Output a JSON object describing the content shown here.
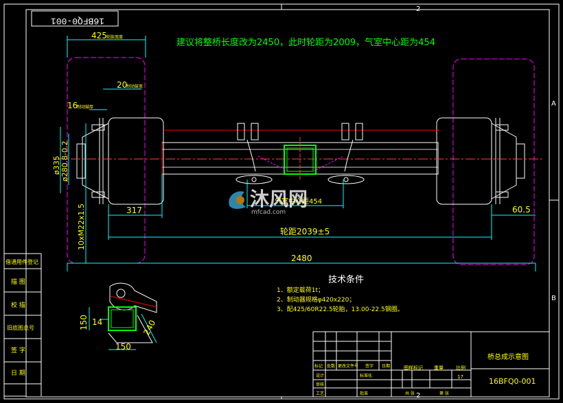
{
  "drawing": {
    "code_mirrored": "16BFQ0-001",
    "note": "建议将整桥长度改为2450，此时轮距为2009，气室中心距为454",
    "zone_top": "2",
    "zone_bottom": "2",
    "zone_right": [
      "A",
      "B"
    ],
    "tech_title": "技术条件",
    "tech_items": [
      "1、额定载荷1t；",
      "2、制动器规格φ420x220；",
      "3、配425/60R22.5轮胎，13.00-22.5钢圈。"
    ]
  },
  "dimensions": {
    "d425": "425",
    "d425_sub": "轮胎宽度",
    "d20": "20",
    "d20_sub": "制动鼓宽",
    "d16": "16",
    "d16_sub": "制动鼓厚",
    "d335": "ø335",
    "d280": "ø280.8-0.2",
    "d_bolt": "10xM22x1.5",
    "d317": "317",
    "d2039": "轮距2039±5",
    "d2480": "2480",
    "d605": "60.5",
    "d_air": "气室中心距454",
    "s150a": "150",
    "s14": "14",
    "s150b": "150",
    "s240": "240"
  },
  "left_column": [
    "借通用件登记",
    "描 图",
    "校 描",
    "旧底图总号",
    "签 字",
    "日 期"
  ],
  "title_block": {
    "name": "桥总成示意图",
    "code": "16BFQ0-001",
    "labels": [
      "标记",
      "处数",
      "更改文件号",
      "签字",
      "日期"
    ],
    "design": "设计",
    "standard": "标准化",
    "stage": "图样标记",
    "weight": "重量",
    "scale": "比例",
    "sheet_count": "17",
    "review": "审核",
    "process": "工艺",
    "approve": "批准",
    "sheets": "共  张",
    "sheet": "第  张"
  },
  "watermark": {
    "brand": "沐风网",
    "site": "mfcad.com"
  }
}
